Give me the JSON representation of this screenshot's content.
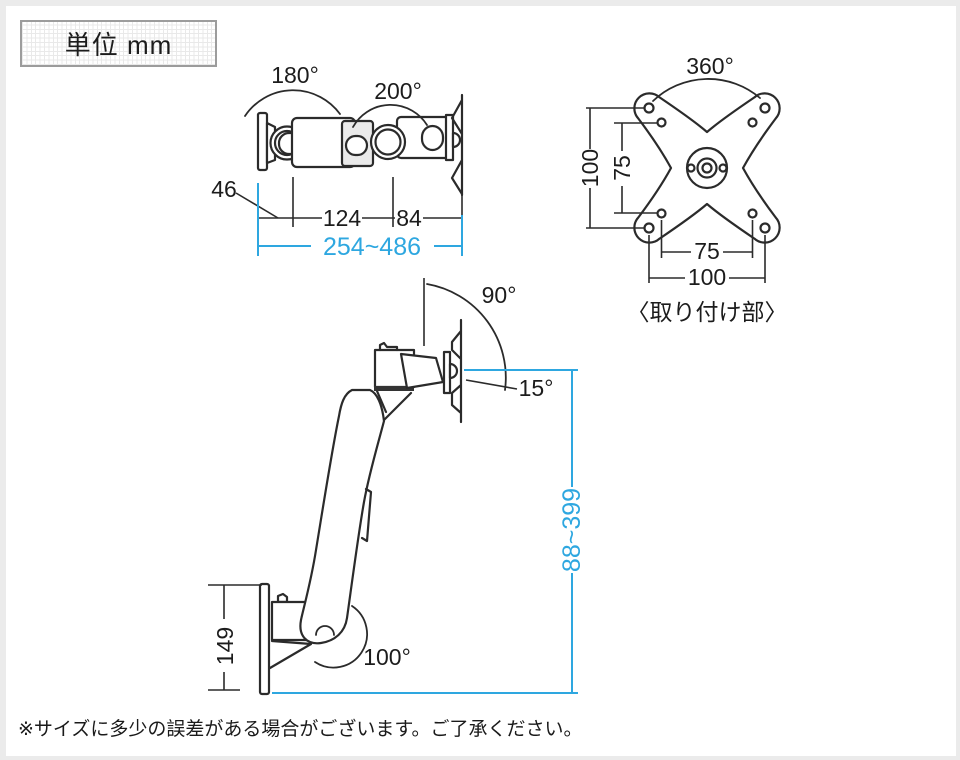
{
  "colors": {
    "accent": "#2EA7E0",
    "line": "#2B2B2B"
  },
  "unit_box": {
    "label": "単位 mm"
  },
  "top_view": {
    "angle_left": "180°",
    "angle_right": "200°",
    "dim_wall_offset": "46",
    "dim_arm_front": "124",
    "dim_arm_rear": "84",
    "dim_reach_range": "254~486"
  },
  "mount_plate": {
    "angle_rotation": "360°",
    "dim_vesa_outer_v": "100",
    "dim_vesa_inner_v": "75",
    "dim_vesa_inner_h": "75",
    "dim_vesa_outer_h": "100",
    "caption": "〈取り付け部〉"
  },
  "side_view": {
    "angle_tilt_up": "90°",
    "angle_tilt_down": "15°",
    "angle_arm_pivot": "100°",
    "dim_bracket_height": "149",
    "dim_height_range": "88~399"
  },
  "note": "※サイズに多少の誤差がある場合がございます。ご了承ください。"
}
